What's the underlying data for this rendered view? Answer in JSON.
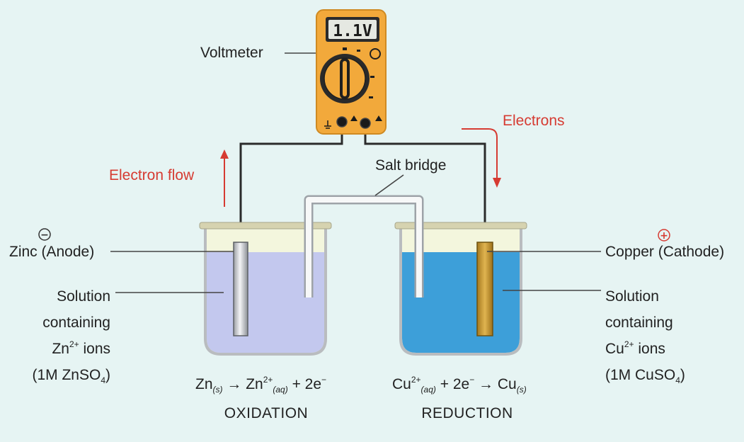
{
  "meter": {
    "display": "1.1V"
  },
  "labels": {
    "voltmeter": "Voltmeter",
    "electrons": "Electrons",
    "electron_flow": "Electron flow",
    "salt_bridge": "Salt bridge",
    "zinc_anode": "Zinc (Anode)",
    "copper_cathode": "Copper (Cathode)",
    "minus_sign": "−",
    "plus_sign": "+"
  },
  "left_solution": {
    "line1": "Solution",
    "line2": "containing",
    "line3_pre": "Zn",
    "line3_sup": "2+",
    "line3_post": " ions",
    "line4_pre": "(1M ZnSO",
    "line4_sub": "4",
    "line4_post": ")"
  },
  "right_solution": {
    "line1": "Solution",
    "line2": "containing",
    "line3_pre": "Cu",
    "line3_sup": "2+",
    "line3_post": " ions",
    "line4_pre": "(1M CuSO",
    "line4_sub": "4",
    "line4_post": ")"
  },
  "oxidation": {
    "zn": "Zn",
    "zn_state": "(s)",
    "arrow": " → ",
    "ion": "Zn",
    "ion_charge": "2+",
    "ion_state": "(aq)",
    "rest": " + 2e",
    "e_charge": "−",
    "title": "OXIDATION"
  },
  "reduction": {
    "ion": "Cu",
    "ion_charge": "2+",
    "ion_state": "(aq)",
    "plus": " + 2e",
    "e_charge": "−",
    "arrow": " → Cu",
    "cu_state": "(s)",
    "title": "REDUCTION"
  },
  "colors": {
    "background": "#e6f4f3",
    "meter_body": "#f2a93b",
    "zinc_solution": "#c3c8ee",
    "copper_solution": "#3d9fd9",
    "arrow_red": "#d63b32",
    "copper_electrode": "#c9982d"
  }
}
